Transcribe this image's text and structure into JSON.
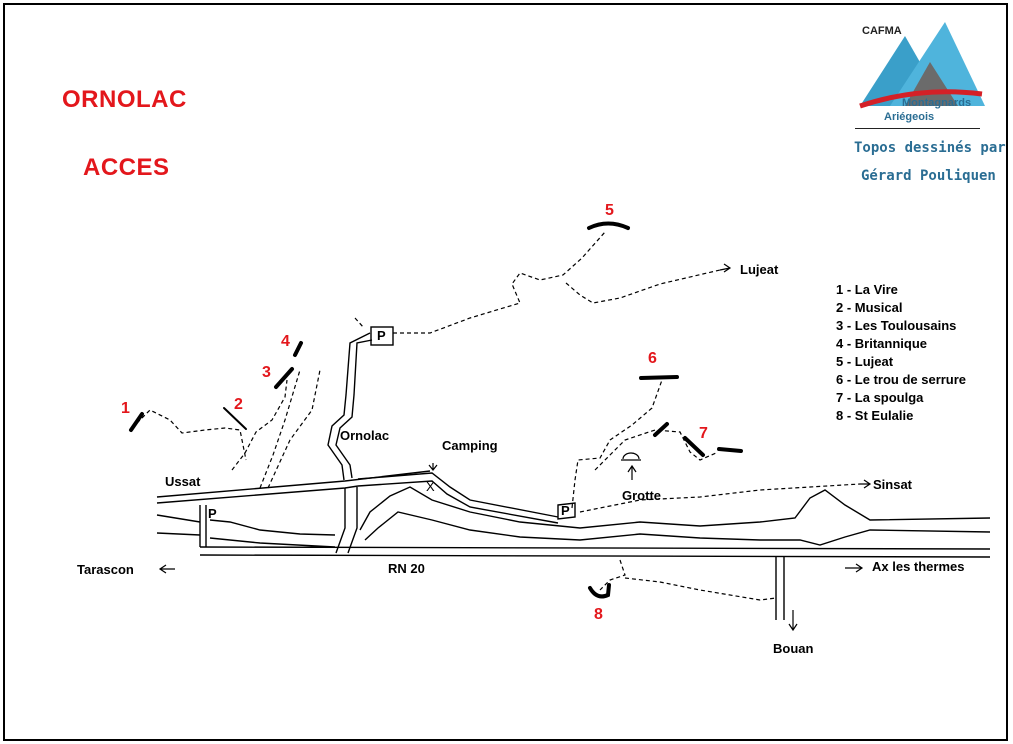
{
  "title": {
    "line1": "ORNOLAC",
    "line2": "ACCES"
  },
  "logo": {
    "org": "CAFMA",
    "brand_line1": "Montagnards",
    "brand_line2": "Ariégeois",
    "credit_line1": "Topos dessinés par",
    "credit_line2": "Gérard Pouliquen"
  },
  "legend": [
    "1 - La Vire",
    "2 - Musical",
    "3 - Les Toulousains",
    "4 - Britannique",
    "5 - Lujeat",
    "6 - Le trou de serrure",
    "7 - La spoulga",
    "8 - St Eulalie"
  ],
  "sector_numbers": [
    "1",
    "2",
    "3",
    "4",
    "5",
    "6",
    "7",
    "8"
  ],
  "places": {
    "lujeat": "Lujeat",
    "ornolac": "Ornolac",
    "camping": "Camping",
    "ussat": "Ussat",
    "grotte": "Grotte",
    "sinsat": "Sinsat",
    "tarascon": "Tarascon",
    "rn20": "RN 20",
    "ax": "Ax les thermes",
    "bouan": "Bouan"
  },
  "parking_label": "P",
  "colors": {
    "title": "#e3171c",
    "sector": "#e3171c",
    "logo_blue": "#3a9fc9",
    "logo_dark": "#6b6b6b",
    "logo_red": "#d42027",
    "credit": "#2a6d93"
  }
}
